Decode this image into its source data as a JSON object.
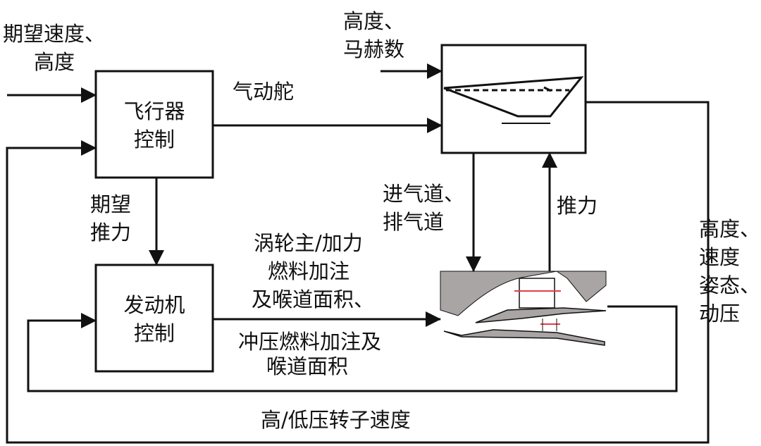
{
  "inputs": {
    "desired_line1": "期望速度、",
    "desired_line2": "高度",
    "altitude_mach_line1": "高度、",
    "altitude_mach_line2": "马赫数"
  },
  "blocks": {
    "aircraft_control_line1": "飞行器",
    "aircraft_control_line2": "控制",
    "engine_control_line1": "发动机",
    "engine_control_line2": "控制"
  },
  "signals": {
    "control_surface": "气动舵",
    "desired_thrust_line1": "期望",
    "desired_thrust_line2": "推力",
    "inlet_exhaust_line1": "进气道、",
    "inlet_exhaust_line2": "排气道",
    "thrust": "推力",
    "turbine_line1": "涡轮主/加力",
    "turbine_line2": "燃料加注",
    "turbine_line3": "及喉道面积、",
    "ramjet_line1": "冲压燃料加注及",
    "ramjet_line2": "喉道面积",
    "state_line1": "高度、",
    "state_line2": "速度",
    "state_line3": "姿态、",
    "state_line4": "动压",
    "rotor_speed": "高/低压转子速度"
  },
  "colors": {
    "line": "#111111",
    "engine_fill": "#a9a5a5",
    "rotor_marks": "#e0404a"
  }
}
